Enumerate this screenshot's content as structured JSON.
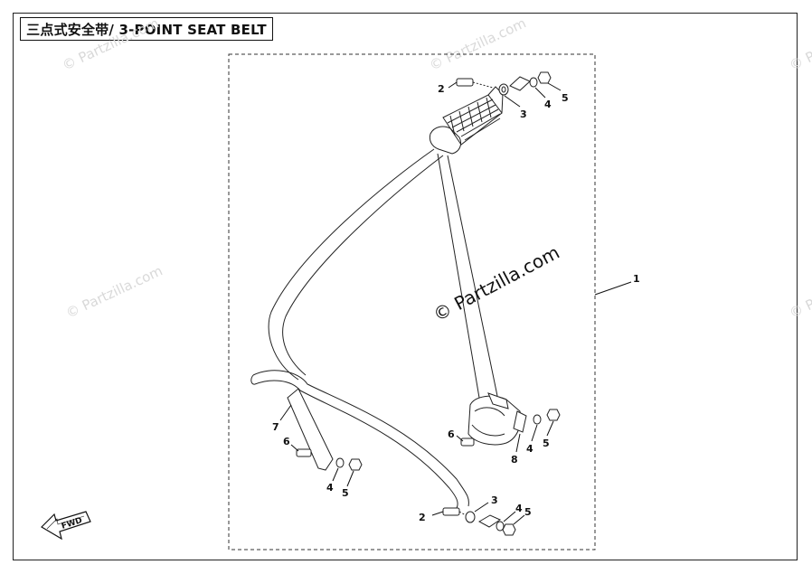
{
  "diagram": {
    "title": "三点式安全带/ 3-POINT SEAT BELT",
    "watermark": "© Partzilla.com",
    "direction_label": "FWD",
    "callouts": {
      "assembly": "1",
      "bolt_top": "2",
      "washer_top": "3",
      "lockwasher_top": "4",
      "nut_top": "5",
      "bolt_buckle": "6",
      "lockwasher_buckle": "4",
      "nut_buckle": "5",
      "bracket_buckle": "8",
      "bracket_anchor": "7",
      "bolt_anchor": "6",
      "lockwasher_anchor": "4",
      "nut_anchor": "5",
      "bolt_bottom": "2",
      "washer_bottom": "3",
      "lockwasher_bottom": "4",
      "nut_bottom": "5"
    }
  }
}
